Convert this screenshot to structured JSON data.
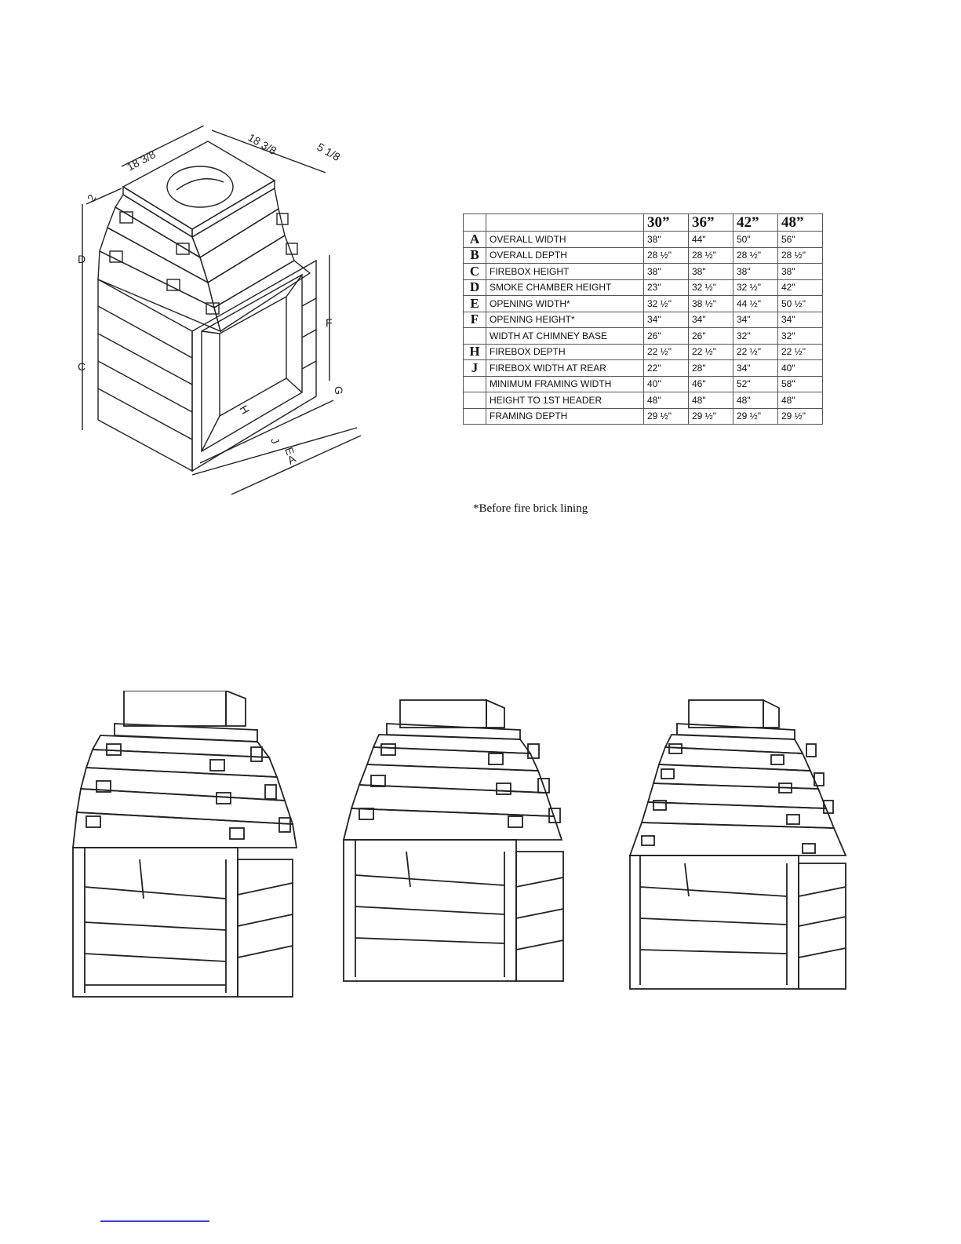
{
  "diagram": {
    "dims": {
      "top_left": "18 3/8",
      "top_right": "18 3/8",
      "ledge": "5 1/8",
      "d_small": "2",
      "d": "D",
      "c": "C",
      "f": "F",
      "h": "H",
      "j": "J",
      "e": "E",
      "a": "A",
      "g": "G"
    }
  },
  "table": {
    "columns": [
      "30”",
      "36”",
      "42”",
      "48”"
    ],
    "rows": [
      {
        "letter": "A",
        "label": "OVERALL WIDTH",
        "values": [
          "38\"",
          "44\"",
          "50\"",
          "56\""
        ]
      },
      {
        "letter": "B",
        "label": "OVERALL DEPTH",
        "values": [
          "28 ½\"",
          "28 ½\"",
          "28 ½\"",
          "28 ½\""
        ]
      },
      {
        "letter": "C",
        "label": "FIREBOX HEIGHT",
        "values": [
          "38\"",
          "38\"",
          "38\"",
          "38\""
        ]
      },
      {
        "letter": "D",
        "label": "SMOKE CHAMBER HEIGHT",
        "values": [
          "23\"",
          "32 ½\"",
          "32 ½\"",
          "42\""
        ]
      },
      {
        "letter": "E",
        "label": "OPENING WIDTH*",
        "values": [
          "32 ½\"",
          "38 ½\"",
          "44 ½\"",
          "50 ½\""
        ]
      },
      {
        "letter": "F",
        "label": "OPENING HEIGHT*",
        "values": [
          "34\"",
          "34\"",
          "34\"",
          "34\""
        ]
      },
      {
        "letter": "",
        "label": "WIDTH AT CHIMNEY BASE",
        "values": [
          "26\"",
          "26\"",
          "32\"",
          "32\""
        ]
      },
      {
        "letter": "H",
        "label": "FIREBOX DEPTH",
        "values": [
          "22 ½\"",
          "22 ½\"",
          "22 ½\"",
          "22 ½\""
        ]
      },
      {
        "letter": "J",
        "label": "FIREBOX WIDTH AT REAR",
        "values": [
          "22\"",
          "28\"",
          "34\"",
          "40\""
        ]
      },
      {
        "letter": "",
        "label": "MINIMUM FRAMING WIDTH",
        "values": [
          "40\"",
          "46\"",
          "52\"",
          "58\""
        ]
      },
      {
        "letter": "",
        "label": "HEIGHT TO 1ST HEADER",
        "values": [
          "48\"",
          "48\"",
          "48\"",
          "48\""
        ]
      },
      {
        "letter": "",
        "label": "FRAMING DEPTH",
        "values": [
          "29 ½\"",
          "29 ½\"",
          "29 ½\"",
          "29 ½\""
        ]
      }
    ]
  },
  "footnote": "*Before fire brick lining"
}
